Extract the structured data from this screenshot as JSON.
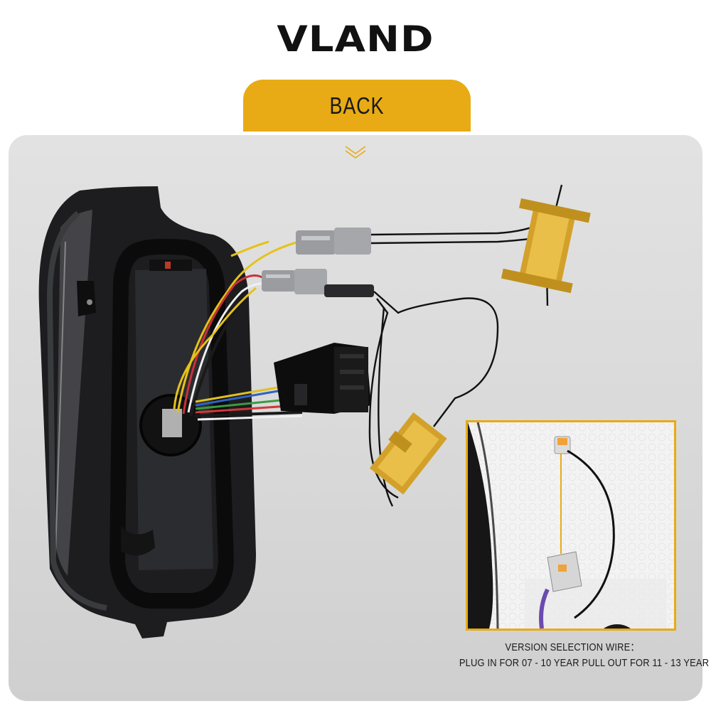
{
  "brand": {
    "name": "VLAND"
  },
  "tab": {
    "label": "BACK"
  },
  "icons": {
    "chevron": "chevron-down-icon"
  },
  "colors": {
    "accent": "#e8ab16",
    "panel": "#dcdcdc",
    "text": "#1a1a1a"
  },
  "caption": {
    "line1": "VERSION SELECTION WIRE：",
    "line2": "PLUG IN FOR 07 - 10 YEAR PULL OUT FOR 11 - 13 YEAR"
  }
}
